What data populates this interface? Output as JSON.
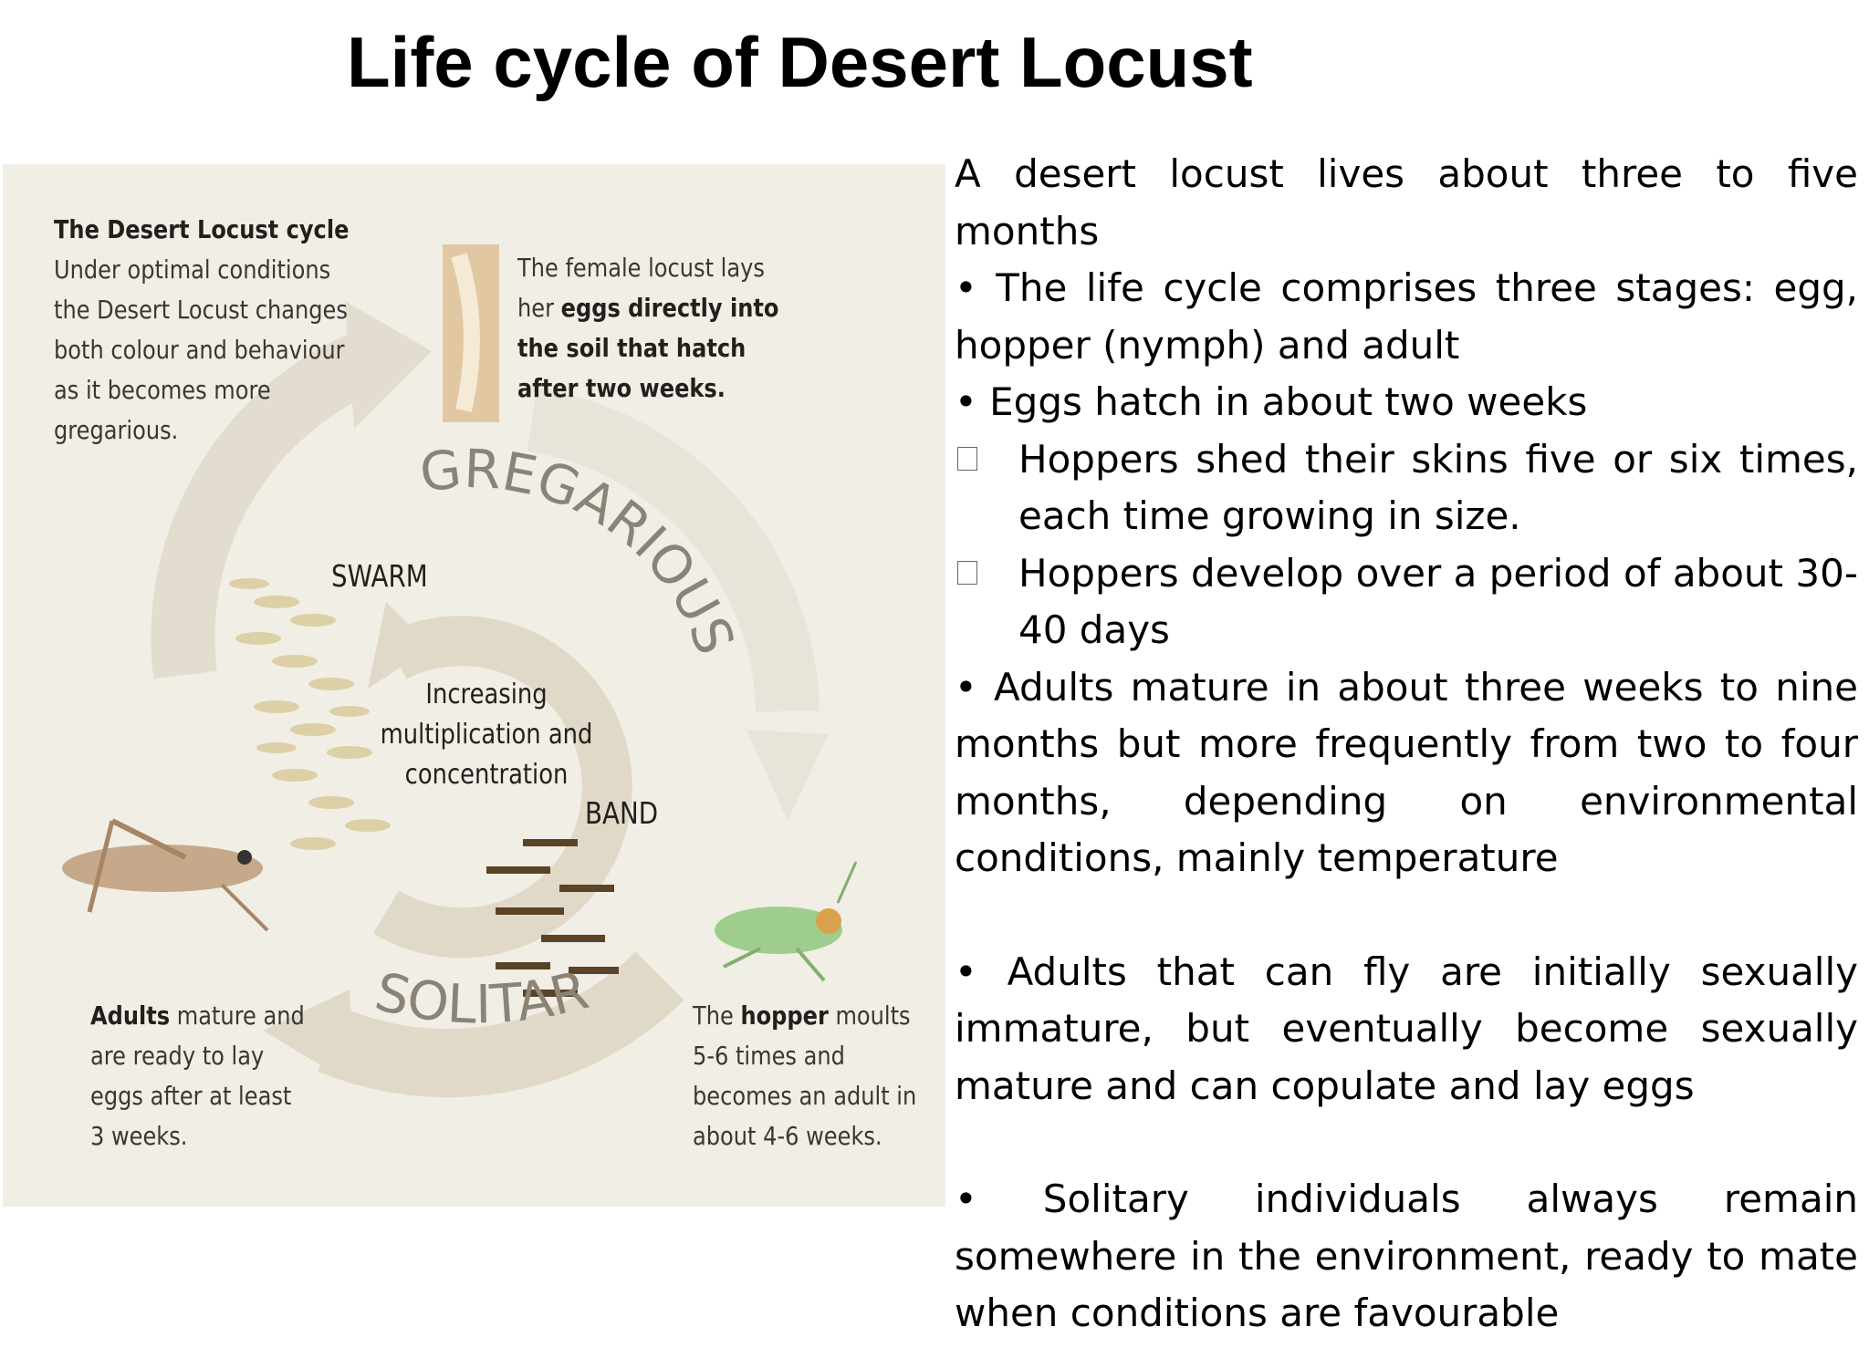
{
  "title": "Life cycle of Desert Locust",
  "diagram": {
    "intro_heading": "The Desert Locust cycle",
    "intro_lines": [
      "Under optimal conditions",
      "the Desert Locust changes",
      "both colour and behaviour",
      "as it becomes more",
      "gregarious."
    ],
    "egg_lines": [
      "The female locust lays",
      "her",
      "eggs directly into",
      "the soil that hatch",
      "after two weeks."
    ],
    "gregarious_label": "GREGARIOUS",
    "solitary_label": "SOLITARY",
    "swarm_label": "SWARM",
    "band_label": "BAND",
    "center_lines": [
      "Increasing",
      "multiplication and",
      "concentration"
    ],
    "adult_lines": [
      "Adults",
      "mature and",
      "are ready to lay",
      "eggs after at least",
      "3 weeks."
    ],
    "hopper_lines": [
      "The",
      "hopper",
      "moults",
      "5-6 times and",
      "becomes an adult in",
      "about 4-6 weeks."
    ],
    "colors": {
      "background": "#f1eee6",
      "arrow": "#e2dccd",
      "label_text": "#8c8378",
      "hopper_green": "#9fcd8d",
      "adult_brown": "#c6a98a"
    }
  },
  "text": {
    "p1": "A desert locust lives about three to five months",
    "p2": "• The life cycle comprises three stages: egg, hopper (nymph) and adult",
    "p3": "• Eggs hatch in about two weeks",
    "sub1": "Hoppers shed their skins five or six times, each time growing in size.",
    "sub2": "Hoppers develop over a period of about 30-40 days",
    "p4": "• Adults mature in about three weeks to nine months but more frequently from two to four months, depending on environmental conditions, mainly temperature",
    "p5": "• Adults that can fly are initially sexually immature, but eventually become sexually mature and can copulate and lay eggs",
    "p6": "• Solitary individuals always remain somewhere in the environment, ready to mate when conditions are favourable",
    "bullet_icon": "empty-square-icon"
  }
}
